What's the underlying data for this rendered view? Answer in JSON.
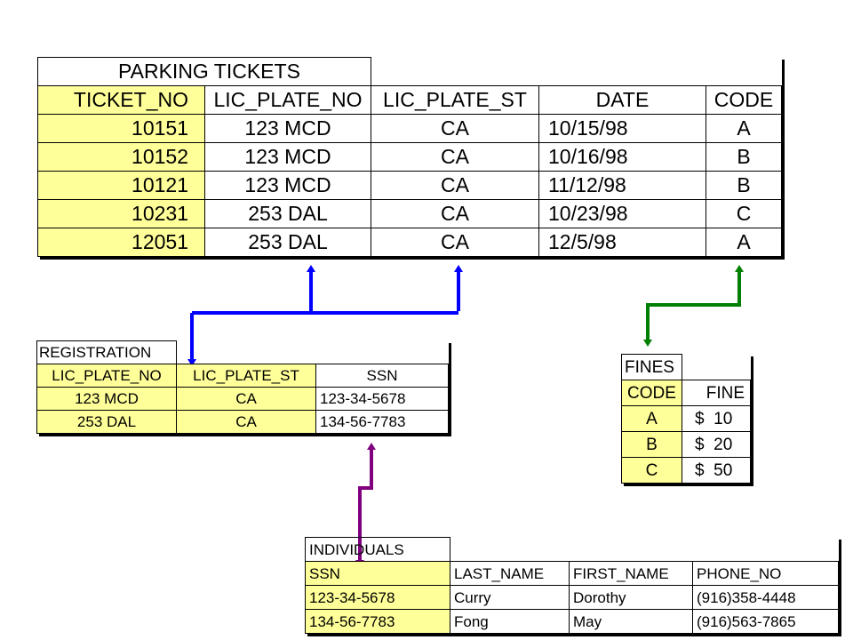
{
  "parking_tickets": {
    "title": "PARKING TICKETS",
    "headers": [
      "TICKET_NO",
      "LIC_PLATE_NO",
      "LIC_PLATE_ST",
      "DATE",
      "CODE"
    ],
    "rows": [
      [
        "10151",
        "123 MCD",
        "CA",
        "10/15/98",
        "A"
      ],
      [
        "10152",
        "123 MCD",
        "CA",
        "10/16/98",
        "B"
      ],
      [
        "10121",
        "123 MCD",
        "CA",
        "11/12/98",
        "B"
      ],
      [
        "10231",
        "253 DAL",
        "CA",
        "10/23/98",
        "C"
      ],
      [
        "12051",
        "253 DAL",
        "CA",
        "12/5/98",
        "A"
      ]
    ]
  },
  "registration": {
    "title": "REGISTRATION",
    "headers": [
      "LIC_PLATE_NO",
      "LIC_PLATE_ST",
      "SSN"
    ],
    "rows": [
      [
        "123 MCD",
        "CA",
        "123-34-5678"
      ],
      [
        "253 DAL",
        "CA",
        "134-56-7783"
      ]
    ]
  },
  "fines": {
    "title": "FINES",
    "headers": [
      "CODE",
      "FINE"
    ],
    "rows": [
      [
        "A",
        "$  10"
      ],
      [
        "B",
        "$  20"
      ],
      [
        "C",
        "$  50"
      ]
    ]
  },
  "individuals": {
    "title": "INDIVIDUALS",
    "headers": [
      "SSN",
      "LAST_NAME",
      "FIRST_NAME",
      "PHONE_NO"
    ],
    "rows": [
      [
        "123-34-5678",
        "Curry",
        "Dorothy",
        "(916)358-4448"
      ],
      [
        "134-56-7783",
        "Fong",
        "May",
        "(916)563-7865"
      ]
    ]
  },
  "colors": {
    "key_fill": "#ffff99",
    "link_plate": "#0000ff",
    "link_code": "#008000",
    "link_ssn": "#800080"
  }
}
